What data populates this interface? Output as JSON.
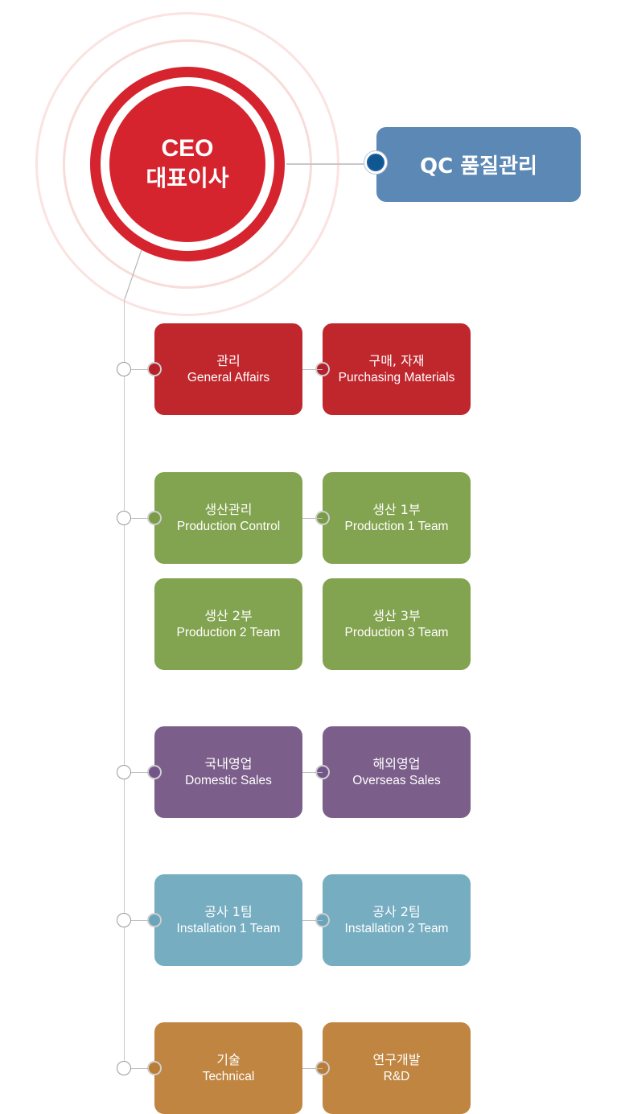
{
  "ceo": {
    "en": "CEO",
    "ko": "대표이사",
    "color": "#d6242f"
  },
  "qc": {
    "label": "QC 품질관리",
    "color": "#5b88b5",
    "dot_color": "#0f5790"
  },
  "groups": [
    {
      "color": "#c0272d",
      "dot_color": "#b5202a",
      "boxes": [
        {
          "ko": "관리",
          "en": "General Affairs"
        },
        {
          "ko": "구매, 자재",
          "en": "Purchasing Materials"
        }
      ]
    },
    {
      "color": "#82a34f",
      "dot_color": "#7a9b47",
      "boxes": [
        {
          "ko": "생산관리",
          "en": "Production Control"
        },
        {
          "ko": "생산 1부",
          "en": "Production 1 Team"
        },
        {
          "ko": "생산 2부",
          "en": "Production 2 Team"
        },
        {
          "ko": "생산 3부",
          "en": "Production 3 Team"
        }
      ]
    },
    {
      "color": "#7b5e8a",
      "dot_color": "#72568a",
      "boxes": [
        {
          "ko": "국내영업",
          "en": "Domestic Sales"
        },
        {
          "ko": "해외영업",
          "en": "Overseas Sales"
        }
      ]
    },
    {
      "color": "#76adc1",
      "dot_color": "#6aa5bb",
      "boxes": [
        {
          "ko": "공사 1팀",
          "en": "Installation 1 Team"
        },
        {
          "ko": "공사 2팀",
          "en": "Installation 2 Team"
        }
      ]
    },
    {
      "color": "#c08540",
      "dot_color": "#b97d38",
      "boxes": [
        {
          "ko": "기술",
          "en": "Technical"
        },
        {
          "ko": "연구개발",
          "en": "R&D"
        }
      ]
    }
  ]
}
